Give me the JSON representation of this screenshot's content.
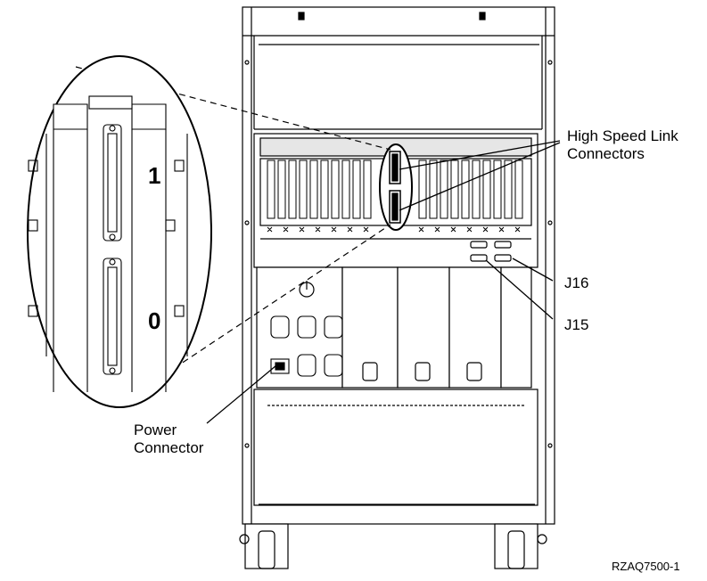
{
  "labels": {
    "high_speed_link_line1": "High Speed Link",
    "high_speed_link_line2": "Connectors",
    "j16": "J16",
    "j15": "J15",
    "power_line1": "Power",
    "power_line2": "Connector",
    "port_1": "1",
    "port_0": "0",
    "figure_id": "RZAQ7500-1"
  }
}
